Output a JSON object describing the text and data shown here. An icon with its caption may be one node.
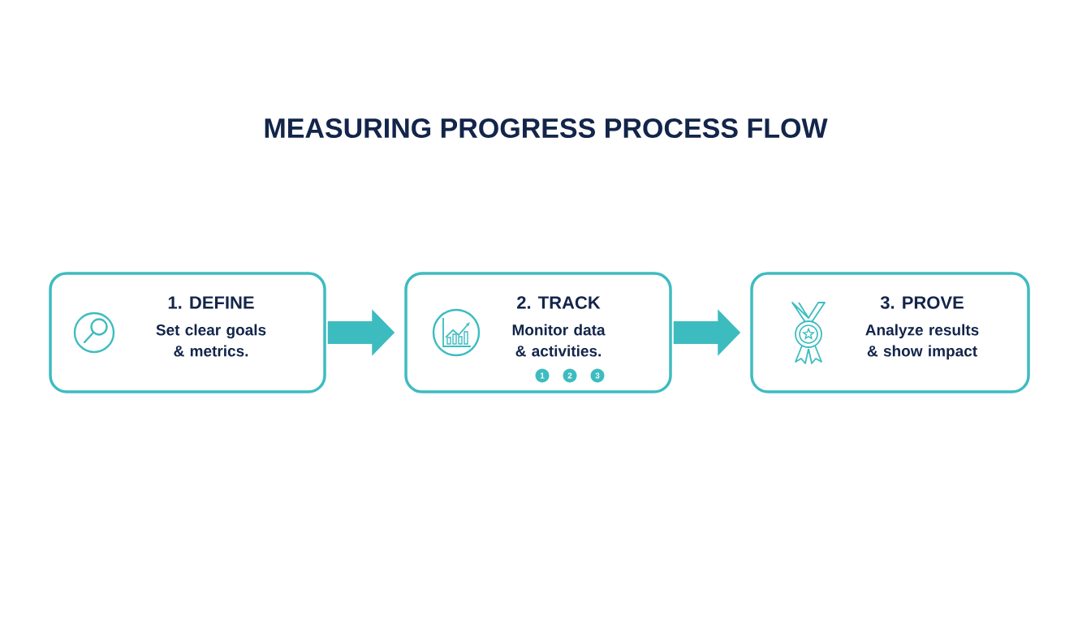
{
  "diagram": {
    "title": "MEASURING PROGRESS PROCESS FLOW",
    "nodes": [
      {
        "text": [
          "1. DEFINE",
          "Set clear goals & metrics."
        ]
      },
      {
        "text": [
          "2. TRACK",
          "Monitor data & activities."
        ]
      },
      {
        "text": [
          "1"
        ],
        "in": 1
      },
      {
        "text": [
          "2"
        ],
        "in": 1
      },
      {
        "text": [
          "3"
        ],
        "in": 1
      },
      {
        "text": [
          "3. PROVE",
          "Analyze results & show impact"
        ]
      }
    ],
    "edges": [
      {
        "from": 0,
        "to": 1,
        "arrow": "to"
      },
      {
        "from": 1,
        "to": 5,
        "arrow": "to"
      }
    ]
  }
}
